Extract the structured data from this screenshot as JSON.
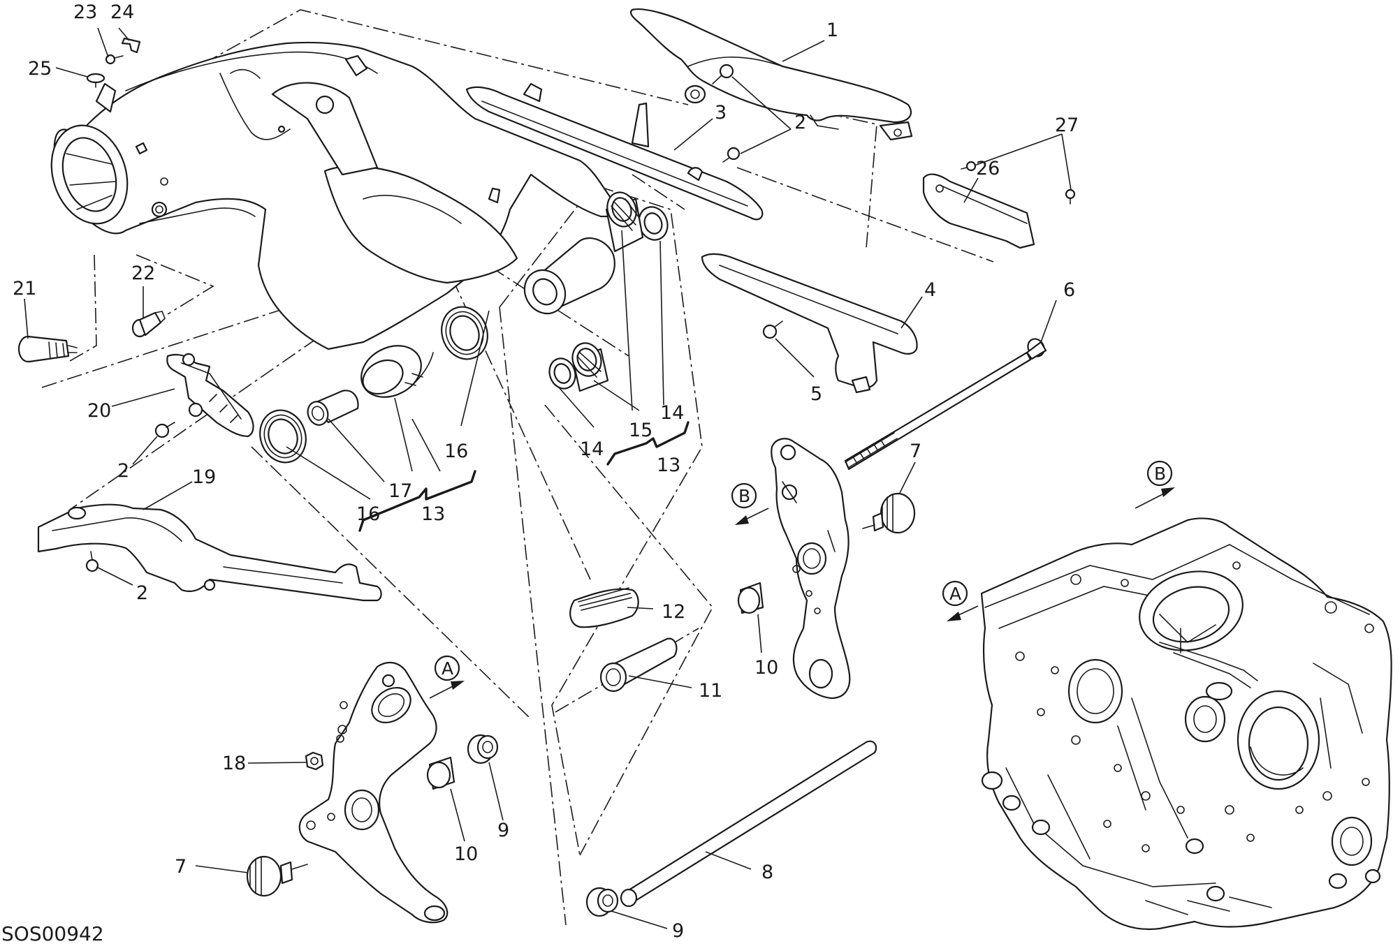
{
  "drawing_code": "SOS00942",
  "callouts": {
    "c1": "1",
    "c2a": "2",
    "c2b": "2",
    "c2c": "2",
    "c3": "3",
    "c4": "4",
    "c5": "5",
    "c6": "6",
    "c7a": "7",
    "c7b": "7",
    "c8": "8",
    "c9a": "9",
    "c9b": "9",
    "c10a": "10",
    "c10b": "10",
    "c11": "11",
    "c12": "12",
    "c13a": "13",
    "c13b": "13",
    "c14a": "14",
    "c14b": "14",
    "c15": "15",
    "c16a": "16",
    "c16b": "16",
    "c17": "17",
    "c18": "18",
    "c19": "19",
    "c20": "20",
    "c21": "21",
    "c22": "22",
    "c23": "23",
    "c24": "24",
    "c25": "25",
    "c26": "26",
    "c27": "27"
  },
  "markers": {
    "a1": "A",
    "a2": "A",
    "b1": "B",
    "b2": "B"
  },
  "icons": {
    "marker_shape": "circle-letter-icon",
    "arrow": "arrow-right-icon"
  }
}
